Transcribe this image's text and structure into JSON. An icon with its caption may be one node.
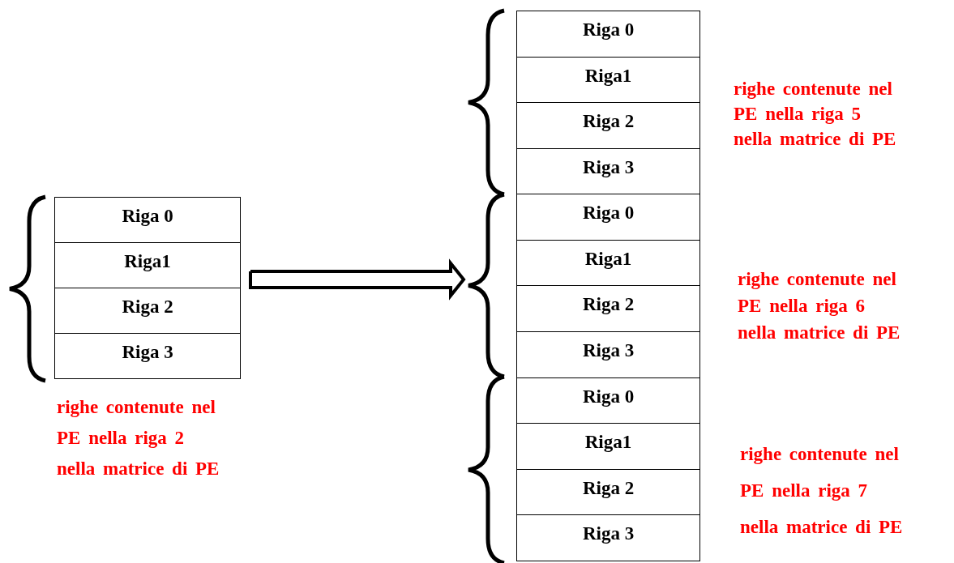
{
  "diagram": {
    "nodes": [
      {
        "text": [],
        "shape": "box"
      },
      {
        "text": [
          "Riga 0"
        ],
        "in": 0
      },
      {
        "text": [
          "Riga1"
        ],
        "in": 0
      },
      {
        "text": [
          "Riga 2"
        ],
        "in": 0
      },
      {
        "text": [
          "Riga 3"
        ],
        "in": 0
      },
      {
        "text": [],
        "shape": "box"
      },
      {
        "text": [
          "Riga 0"
        ],
        "in": 5
      },
      {
        "text": [
          "Riga1"
        ],
        "in": 5
      },
      {
        "text": [
          "Riga 2"
        ],
        "in": 5
      },
      {
        "text": [
          "Riga 3"
        ],
        "in": 5
      },
      {
        "text": [
          "Riga 0"
        ],
        "in": 5
      },
      {
        "text": [
          "Riga1"
        ],
        "in": 5
      },
      {
        "text": [
          "Riga 2"
        ],
        "in": 5
      },
      {
        "text": [
          "Riga 3"
        ],
        "in": 5
      },
      {
        "text": [
          "Riga 0"
        ],
        "in": 5
      },
      {
        "text": [
          "Riga1"
        ],
        "in": 5
      },
      {
        "text": [
          "Riga 2"
        ],
        "in": 5
      },
      {
        "text": [
          "Riga 3"
        ],
        "in": 5
      }
    ],
    "edges": [
      {
        "from": 0,
        "to": 5,
        "arrow": "to"
      }
    ],
    "labels": [
      "righe contenute nel PE nella riga 5 nella matrice di PE",
      "righe contenute nel PE nella riga 6 nella matrice di PE",
      "righe contenute nel PE nella riga 2 nella matrice di PE",
      "righe contenute nel PE nella riga 7 nella matrice di PE"
    ]
  }
}
